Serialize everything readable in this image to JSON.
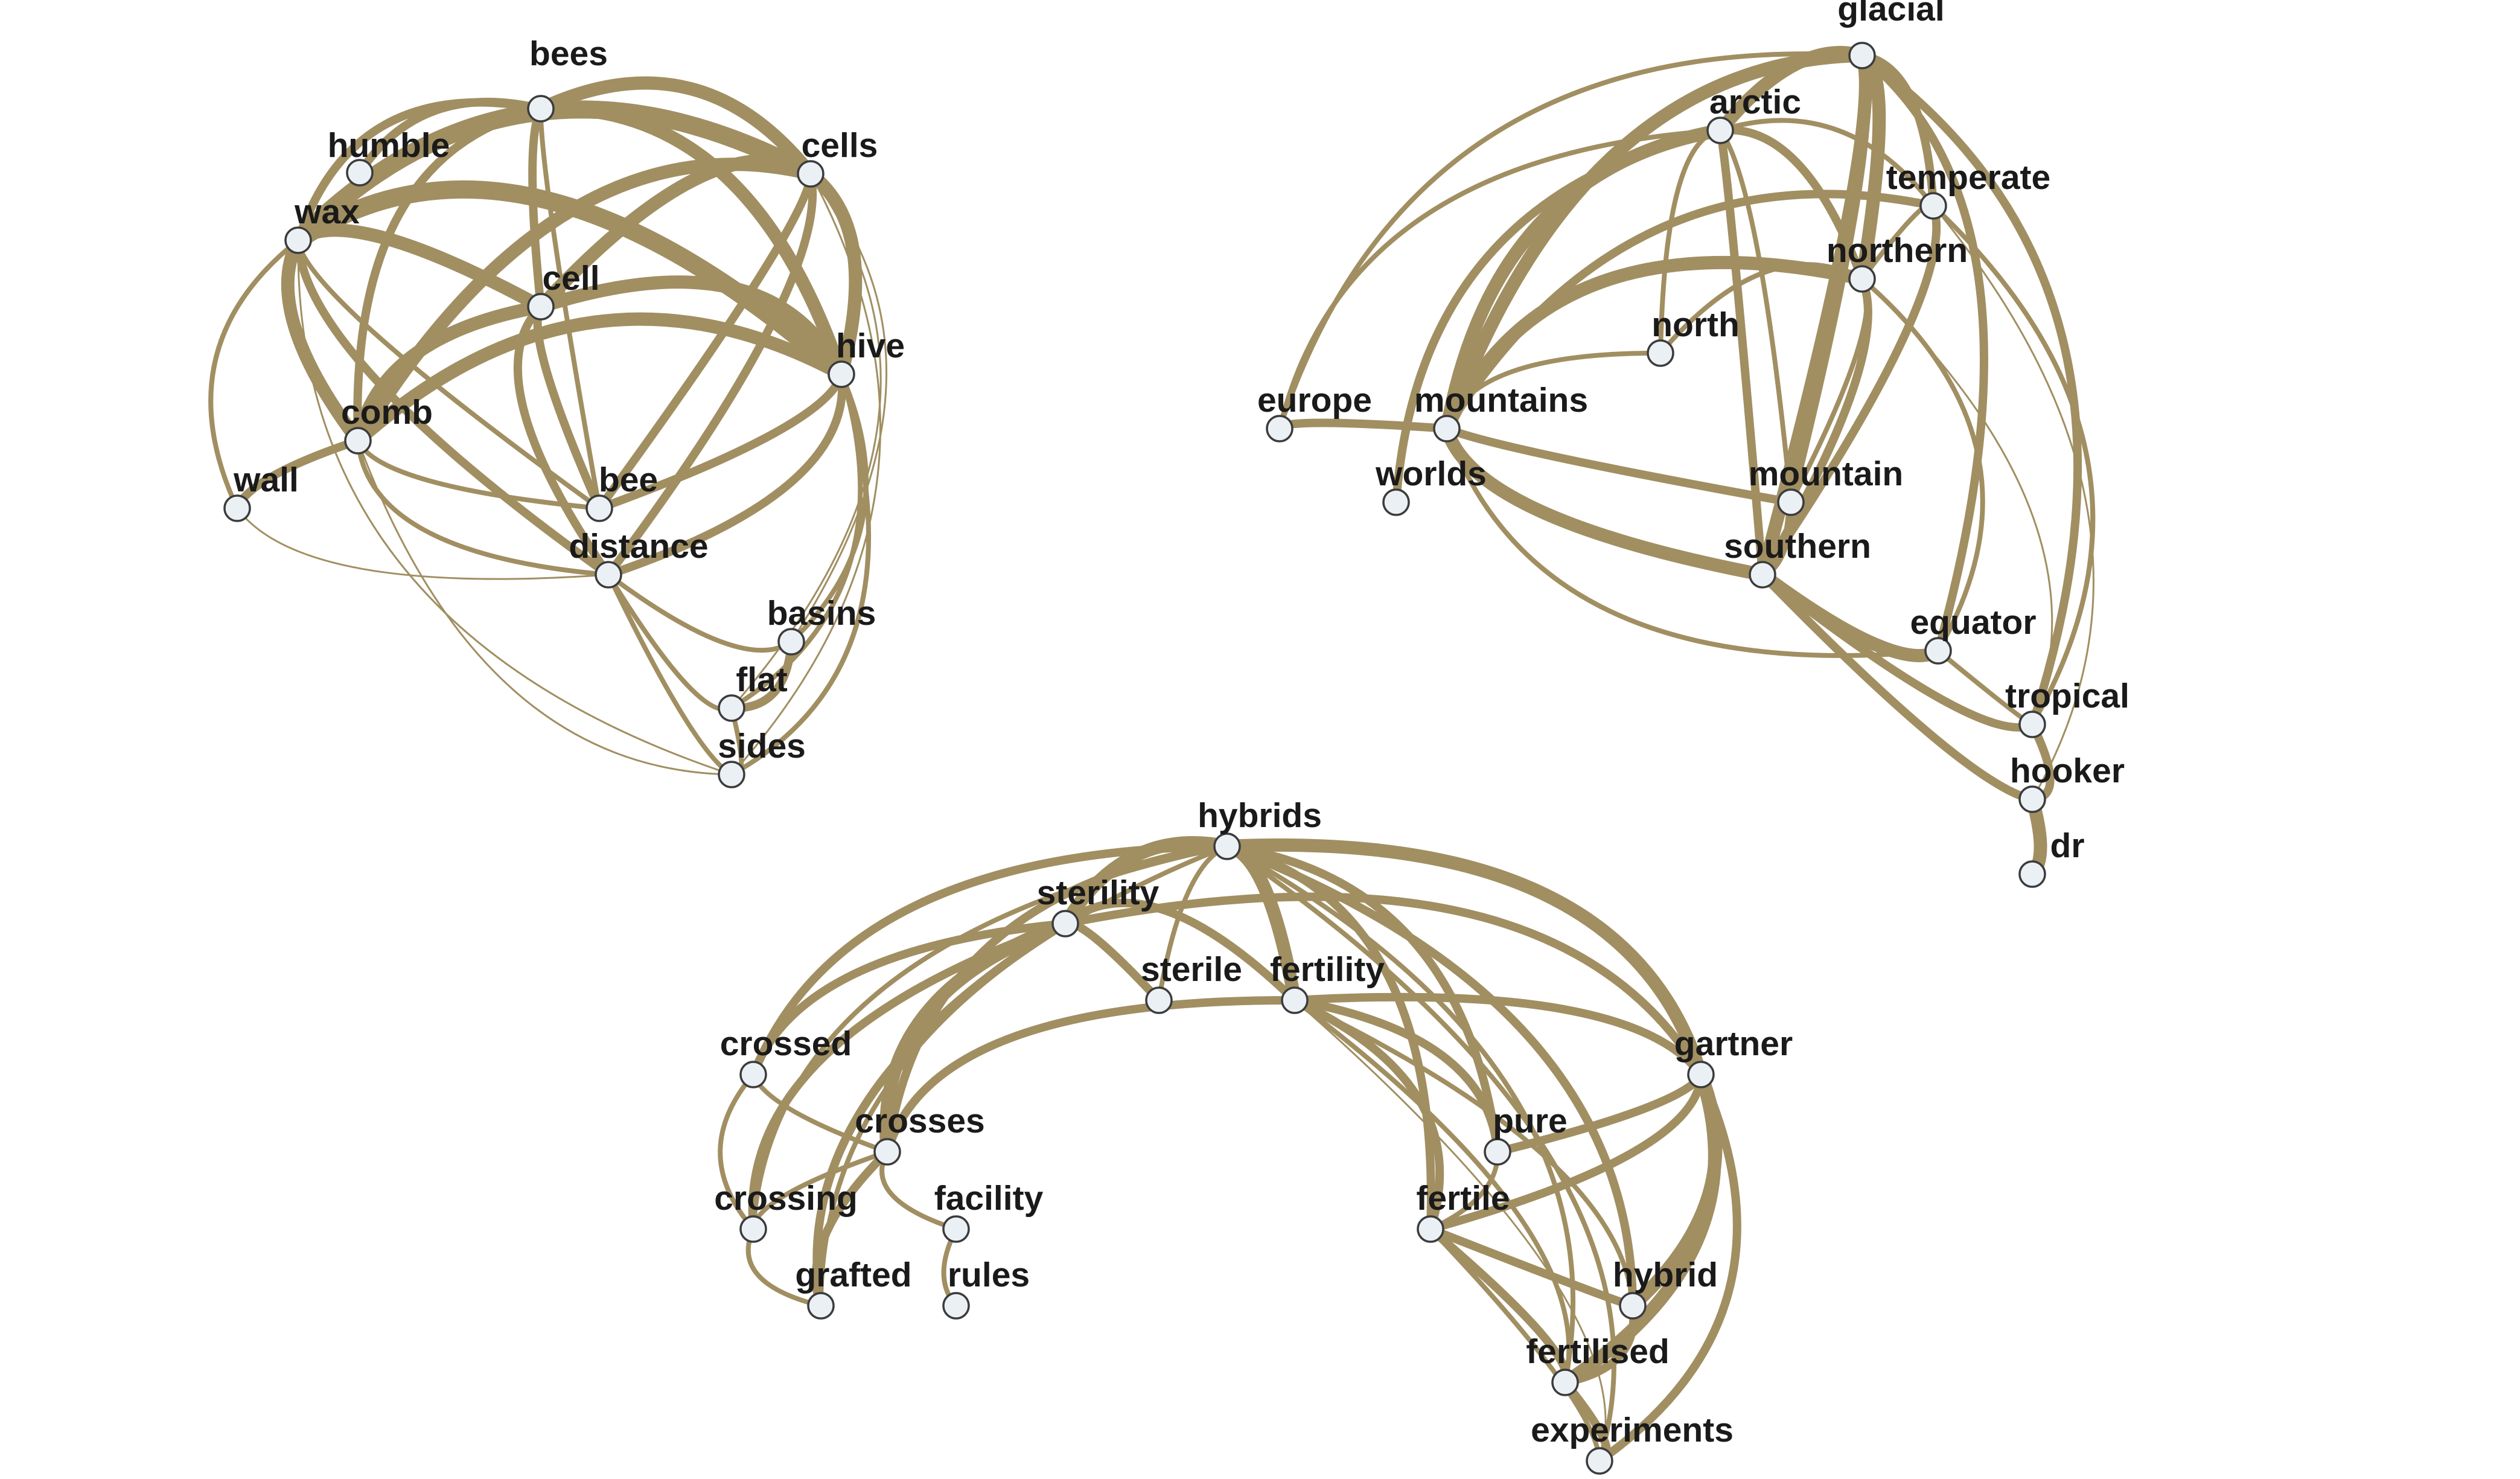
{
  "colors": {
    "edge": "#a18f62",
    "node_fill": "#ebf0f5",
    "node_stroke": "#3c3c3c",
    "label": "#1a1a1a"
  },
  "clusters": [
    {
      "id": "bees",
      "nodes": [
        "bees",
        "humble",
        "cells",
        "wax",
        "cell",
        "hive",
        "comb",
        "wall",
        "bee",
        "distance",
        "basins",
        "flat",
        "sides"
      ],
      "edges": [
        [
          "bees",
          "humble",
          3
        ],
        [
          "bees",
          "cells",
          4
        ],
        [
          "bees",
          "wax",
          3
        ],
        [
          "bees",
          "cell",
          3
        ],
        [
          "bees",
          "hive",
          4
        ],
        [
          "bees",
          "comb",
          3
        ],
        [
          "bees",
          "bee",
          2
        ],
        [
          "cells",
          "wax",
          5
        ],
        [
          "cells",
          "cell",
          4
        ],
        [
          "cells",
          "hive",
          4
        ],
        [
          "cells",
          "comb",
          4
        ],
        [
          "cells",
          "bee",
          3
        ],
        [
          "cells",
          "distance",
          3
        ],
        [
          "cells",
          "basins",
          1
        ],
        [
          "cells",
          "flat",
          1
        ],
        [
          "cells",
          "sides",
          1
        ],
        [
          "wax",
          "cell",
          4
        ],
        [
          "wax",
          "hive",
          5
        ],
        [
          "wax",
          "comb",
          4
        ],
        [
          "wax",
          "wall",
          2
        ],
        [
          "wax",
          "bee",
          2
        ],
        [
          "wax",
          "distance",
          3
        ],
        [
          "wax",
          "sides",
          1
        ],
        [
          "cell",
          "hive",
          4
        ],
        [
          "cell",
          "comb",
          4
        ],
        [
          "cell",
          "bee",
          3
        ],
        [
          "cell",
          "distance",
          3
        ],
        [
          "hive",
          "comb",
          4
        ],
        [
          "hive",
          "bee",
          3
        ],
        [
          "hive",
          "distance",
          3
        ],
        [
          "hive",
          "basins",
          2
        ],
        [
          "hive",
          "flat",
          2
        ],
        [
          "hive",
          "sides",
          2
        ],
        [
          "comb",
          "wall",
          3
        ],
        [
          "comb",
          "bee",
          2
        ],
        [
          "comb",
          "distance",
          2
        ],
        [
          "comb",
          "sides",
          1
        ],
        [
          "distance",
          "basins",
          2
        ],
        [
          "distance",
          "flat",
          2
        ],
        [
          "distance",
          "sides",
          2
        ],
        [
          "basins",
          "flat",
          3
        ],
        [
          "flat",
          "sides",
          2
        ],
        [
          "wall",
          "distance",
          1
        ]
      ]
    },
    {
      "id": "glacial",
      "nodes": [
        "glacial",
        "arctic",
        "temperate",
        "northern",
        "north",
        "europe",
        "mountains",
        "worlds",
        "mountain",
        "southern",
        "equator",
        "tropical",
        "hooker",
        "dr"
      ],
      "edges": [
        [
          "glacial",
          "arctic",
          4
        ],
        [
          "glacial",
          "temperate",
          3
        ],
        [
          "glacial",
          "northern",
          4
        ],
        [
          "glacial",
          "mountains",
          4
        ],
        [
          "glacial",
          "mountain",
          3
        ],
        [
          "glacial",
          "southern",
          4
        ],
        [
          "glacial",
          "equator",
          3
        ],
        [
          "glacial",
          "tropical",
          3
        ],
        [
          "glacial",
          "europe",
          2
        ],
        [
          "arctic",
          "temperate",
          2
        ],
        [
          "arctic",
          "northern",
          3
        ],
        [
          "arctic",
          "north",
          2
        ],
        [
          "arctic",
          "mountains",
          4
        ],
        [
          "arctic",
          "worlds",
          3
        ],
        [
          "arctic",
          "southern",
          3
        ],
        [
          "arctic",
          "mountain",
          2
        ],
        [
          "arctic",
          "europe",
          2
        ],
        [
          "temperate",
          "northern",
          2
        ],
        [
          "temperate",
          "mountains",
          3
        ],
        [
          "temperate",
          "southern",
          3
        ],
        [
          "temperate",
          "tropical",
          2
        ],
        [
          "temperate",
          "hooker",
          1
        ],
        [
          "northern",
          "north",
          2
        ],
        [
          "northern",
          "mountains",
          4
        ],
        [
          "northern",
          "southern",
          3
        ],
        [
          "northern",
          "mountain",
          2
        ],
        [
          "northern",
          "equator",
          2
        ],
        [
          "northern",
          "tropical",
          1
        ],
        [
          "north",
          "mountains",
          2
        ],
        [
          "europe",
          "mountains",
          3
        ],
        [
          "mountains",
          "mountain",
          3
        ],
        [
          "mountains",
          "southern",
          4
        ],
        [
          "mountains",
          "equator",
          2
        ],
        [
          "mountain",
          "southern",
          3
        ],
        [
          "southern",
          "equator",
          4
        ],
        [
          "southern",
          "tropical",
          3
        ],
        [
          "southern",
          "hooker",
          3
        ],
        [
          "equator",
          "tropical",
          2
        ],
        [
          "tropical",
          "hooker",
          3
        ],
        [
          "hooker",
          "dr",
          4
        ]
      ]
    },
    {
      "id": "hybrids",
      "nodes": [
        "hybrids",
        "sterility",
        "sterile",
        "fertility",
        "crossed",
        "crosses",
        "crossing",
        "facility",
        "grafted",
        "rules",
        "gartner",
        "pure",
        "fertile",
        "hybrid",
        "fertilised",
        "experiments"
      ],
      "edges": [
        [
          "hybrids",
          "sterility",
          4
        ],
        [
          "hybrids",
          "fertility",
          4
        ],
        [
          "hybrids",
          "gartner",
          4
        ],
        [
          "hybrids",
          "crossed",
          3
        ],
        [
          "hybrids",
          "crosses",
          3
        ],
        [
          "hybrids",
          "crossing",
          2
        ],
        [
          "hybrids",
          "grafted",
          2
        ],
        [
          "hybrids",
          "pure",
          3
        ],
        [
          "hybrids",
          "fertile",
          3
        ],
        [
          "hybrids",
          "hybrid",
          3
        ],
        [
          "hybrids",
          "fertilised",
          2
        ],
        [
          "hybrids",
          "experiments",
          2
        ],
        [
          "hybrids",
          "sterile",
          2
        ],
        [
          "sterility",
          "sterile",
          3
        ],
        [
          "sterility",
          "fertility",
          3
        ],
        [
          "sterility",
          "crossed",
          3
        ],
        [
          "sterility",
          "crosses",
          4
        ],
        [
          "sterility",
          "crossing",
          3
        ],
        [
          "sterility",
          "grafted",
          3
        ],
        [
          "sterility",
          "gartner",
          3
        ],
        [
          "fertility",
          "crosses",
          3
        ],
        [
          "fertility",
          "gartner",
          3
        ],
        [
          "fertility",
          "pure",
          3
        ],
        [
          "fertility",
          "fertile",
          3
        ],
        [
          "fertility",
          "hybrid",
          2
        ],
        [
          "fertility",
          "fertilised",
          2
        ],
        [
          "fertility",
          "experiments",
          1
        ],
        [
          "crossed",
          "crosses",
          2
        ],
        [
          "crossed",
          "crossing",
          2
        ],
        [
          "crosses",
          "facility",
          2
        ],
        [
          "crosses",
          "grafted",
          3
        ],
        [
          "crosses",
          "crossing",
          2
        ],
        [
          "crossing",
          "grafted",
          2
        ],
        [
          "facility",
          "rules",
          2
        ],
        [
          "gartner",
          "pure",
          3
        ],
        [
          "gartner",
          "fertile",
          3
        ],
        [
          "gartner",
          "hybrid",
          4
        ],
        [
          "gartner",
          "fertilised",
          4
        ],
        [
          "gartner",
          "experiments",
          3
        ],
        [
          "pure",
          "fertile",
          2
        ],
        [
          "fertile",
          "hybrid",
          3
        ],
        [
          "fertile",
          "fertilised",
          3
        ],
        [
          "fertile",
          "experiments",
          2
        ],
        [
          "hybrid",
          "fertilised",
          3
        ],
        [
          "fertilised",
          "experiments",
          3
        ]
      ]
    }
  ],
  "labels": {
    "bees": "bees",
    "humble": "humble",
    "cells": "cells",
    "wax": "wax",
    "cell": "cell",
    "hive": "hive",
    "comb": "comb",
    "wall": "wall",
    "bee": "bee",
    "distance": "distance",
    "basins": "basins",
    "flat": "flat",
    "sides": "sides",
    "glacial": "glacial",
    "arctic": "arctic",
    "temperate": "temperate",
    "northern": "northern",
    "north": "north",
    "europe": "europe",
    "mountains": "mountains",
    "worlds": "worlds",
    "mountain": "mountain",
    "southern": "southern",
    "equator": "equator",
    "tropical": "tropical",
    "hooker": "hooker",
    "dr": "dr",
    "hybrids": "hybrids",
    "sterility": "sterility",
    "sterile": "sterile",
    "fertility": "fertility",
    "crossed": "crossed",
    "crosses": "crosses",
    "crossing": "crossing",
    "facility": "facility",
    "grafted": "grafted",
    "rules": "rules",
    "gartner": "gartner",
    "pure": "pure",
    "fertile": "fertile",
    "hybrid": "hybrid",
    "fertilised": "fertilised",
    "experiments": "experiments"
  }
}
